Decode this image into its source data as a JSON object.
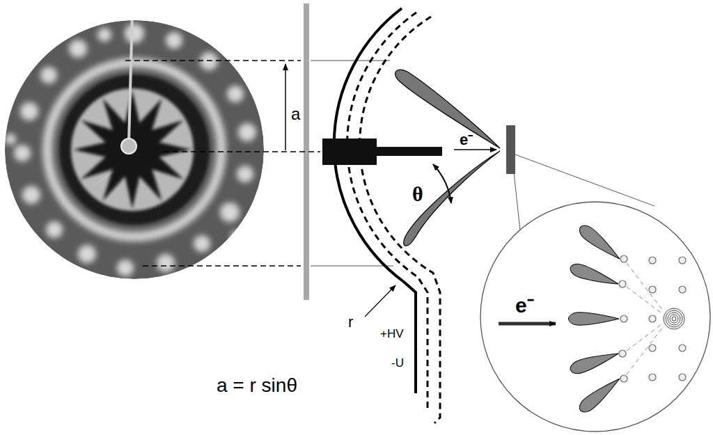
{
  "diagram": {
    "labels": [
      "a",
      "e⁻",
      "θ",
      "r",
      "+HV",
      "-U",
      "a = r sinθ",
      "e⁻"
    ]
  }
}
